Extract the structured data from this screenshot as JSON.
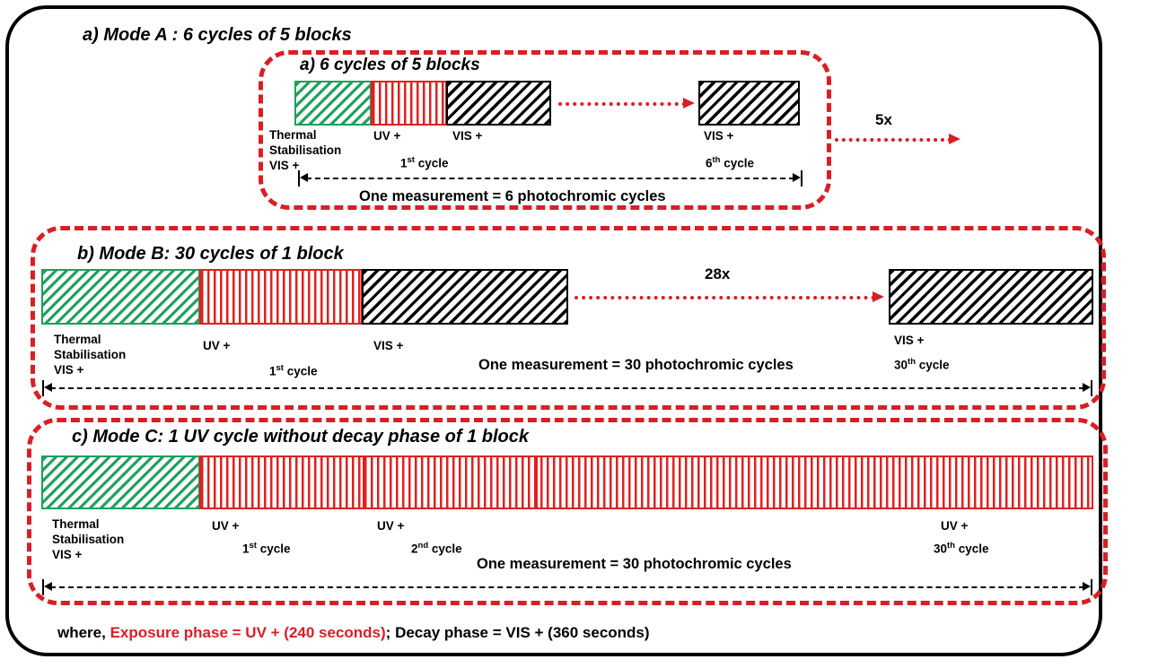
{
  "figure": {
    "outer_title": "a) Mode A : 6 cycles of 5 blocks",
    "footer": {
      "prefix": "where, ",
      "exposure": "Exposure phase = UV + (240 seconds)",
      "separator": ";  ",
      "decay": "Decay phase = VIS + (360 seconds)"
    },
    "colors": {
      "accent_red": "#d81f26",
      "block_red": "#e02020",
      "block_green": "#22a05f",
      "block_black": "#000000",
      "frame_black": "#000000"
    }
  },
  "panels": [
    {
      "id": "a",
      "title": "a) 6 cycles of 5 blocks",
      "blocks": [
        {
          "type": "green",
          "label_line1": "Thermal",
          "label_line2": "Stabilisation",
          "label_line3": "VIS +"
        },
        {
          "type": "red",
          "label_line1": "UV +",
          "cycle_number": "1",
          "cycle_suffix": "st",
          "cycle_word": "cycle"
        },
        {
          "type": "black",
          "label_line1": "VIS +"
        },
        {
          "type": "black",
          "label_line1": "VIS +",
          "cycle_number": "6",
          "cycle_suffix": "th",
          "cycle_word": "cycle"
        }
      ],
      "repeat_label": "5x",
      "measurement": "One measurement = 6 photochromic cycles"
    },
    {
      "id": "b",
      "title": "b) Mode B: 30 cycles of 1 block",
      "blocks": [
        {
          "type": "green",
          "label_line1": "Thermal",
          "label_line2": "Stabilisation",
          "label_line3": "VIS +"
        },
        {
          "type": "red",
          "label_line1": "UV +",
          "cycle_number": "1",
          "cycle_suffix": "st",
          "cycle_word": "cycle"
        },
        {
          "type": "black",
          "label_line1": "VIS +"
        },
        {
          "type": "black",
          "label_line1": "VIS +",
          "cycle_number": "30",
          "cycle_suffix": "th",
          "cycle_word": "cycle"
        }
      ],
      "repeat_label": "28x",
      "measurement": "One measurement = 30 photochromic cycles"
    },
    {
      "id": "c",
      "title": "c) Mode C: 1 UV cycle without decay phase of 1 block",
      "blocks": [
        {
          "type": "green",
          "label_line1": "Thermal",
          "label_line2": "Stabilisation",
          "label_line3": "VIS +"
        },
        {
          "type": "red",
          "label_line1": "UV +",
          "cycle_number": "1",
          "cycle_suffix": "st",
          "cycle_word": "cycle"
        },
        {
          "type": "red",
          "label_line1": "UV +",
          "cycle_number": "2",
          "cycle_suffix": "nd",
          "cycle_word": "cycle"
        },
        {
          "type": "red",
          "label_line1": "UV +",
          "cycle_number": "30",
          "cycle_suffix": "th",
          "cycle_word": "cycle"
        }
      ],
      "measurement": "One measurement = 30 photochromic cycles"
    }
  ]
}
